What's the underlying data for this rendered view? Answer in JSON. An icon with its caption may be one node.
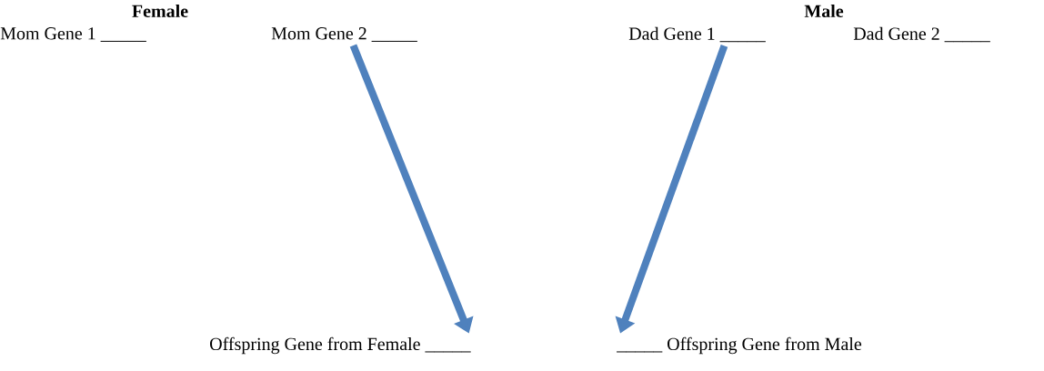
{
  "diagram": {
    "nodes": [
      {
        "text": [
          "Female"
        ]
      },
      {
        "text": [
          "Mom Gene 1 _____"
        ]
      },
      {
        "text": [
          "Mom Gene 2 _____"
        ]
      },
      {
        "text": [
          "Male"
        ]
      },
      {
        "text": [
          "Dad Gene 1 _____"
        ]
      },
      {
        "text": [
          "Dad Gene 2 _____"
        ]
      },
      {
        "text": [
          "Offspring Gene from Female _____"
        ]
      },
      {
        "text": [
          "_____ Offspring Gene from Male"
        ]
      }
    ],
    "edges": [
      {
        "from": 2,
        "to": 6,
        "arrow": "to"
      },
      {
        "from": 4,
        "to": 7,
        "arrow": "to"
      }
    ]
  }
}
